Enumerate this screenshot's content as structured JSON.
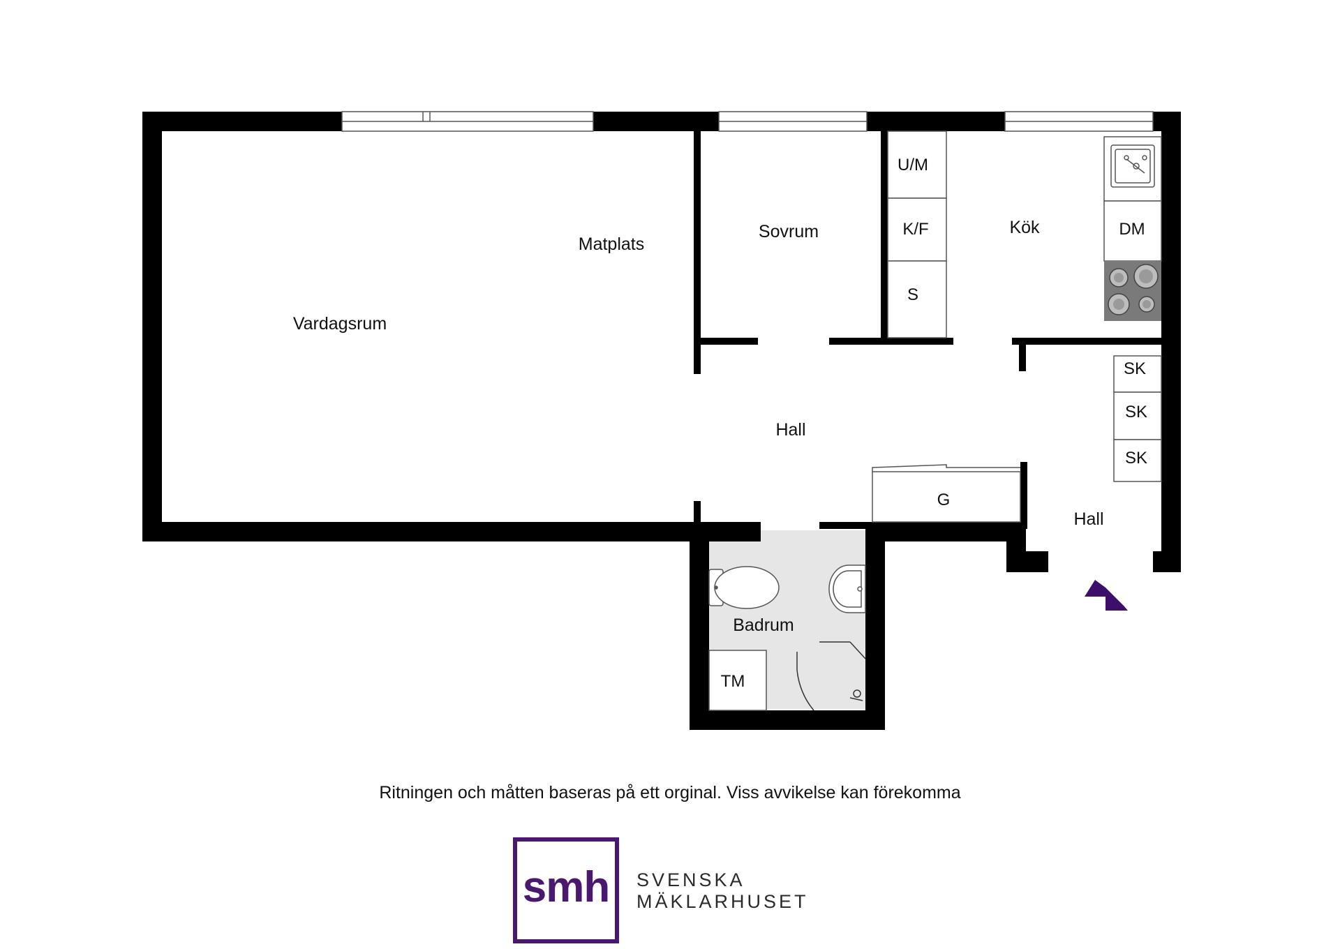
{
  "rooms": {
    "vardagsrum": "Vardagsrum",
    "matplats": "Matplats",
    "sovrum": "Sovrum",
    "kok": "Kök",
    "hall_main": "Hall",
    "hall_entry": "Hall",
    "badrum": "Badrum"
  },
  "fixtures": {
    "um": "U/M",
    "kf": "K/F",
    "s": "S",
    "dm": "DM",
    "sk1": "SK",
    "sk2": "SK",
    "sk3": "SK",
    "g": "G",
    "tm": "TM"
  },
  "disclaimer": "Ritningen och måtten baseras på ett orginal. Viss avvikelse kan förekomma",
  "logo": {
    "mark": "smh",
    "line1": "SVENSKA",
    "line2": "MÄKLARHUSET"
  },
  "colors": {
    "wall": "#000000",
    "bathroom_floor": "#e6e6e6",
    "brand_purple": "#4b1870",
    "entry_arrow": "#3d0f6b"
  },
  "icons": [
    "entry-arrow-icon",
    "sink-icon",
    "stove-icon",
    "toilet-icon",
    "washbasin-icon",
    "shower-icon"
  ]
}
